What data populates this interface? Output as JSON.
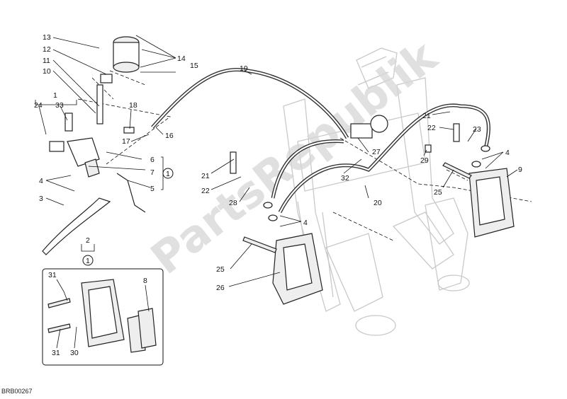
{
  "diagram": {
    "watermark": "PartsRepublik",
    "document_code": "BRB00267",
    "circle_marker": "1",
    "callouts": [
      "13",
      "12",
      "11",
      "10",
      "14",
      "15",
      "1",
      "24",
      "33",
      "18",
      "17",
      "16",
      "6",
      "7",
      "5",
      "4",
      "3",
      "2",
      "19",
      "21",
      "22",
      "28",
      "32",
      "27",
      "29",
      "20",
      "23",
      "9",
      "25",
      "26",
      "31",
      "8",
      "30"
    ]
  }
}
